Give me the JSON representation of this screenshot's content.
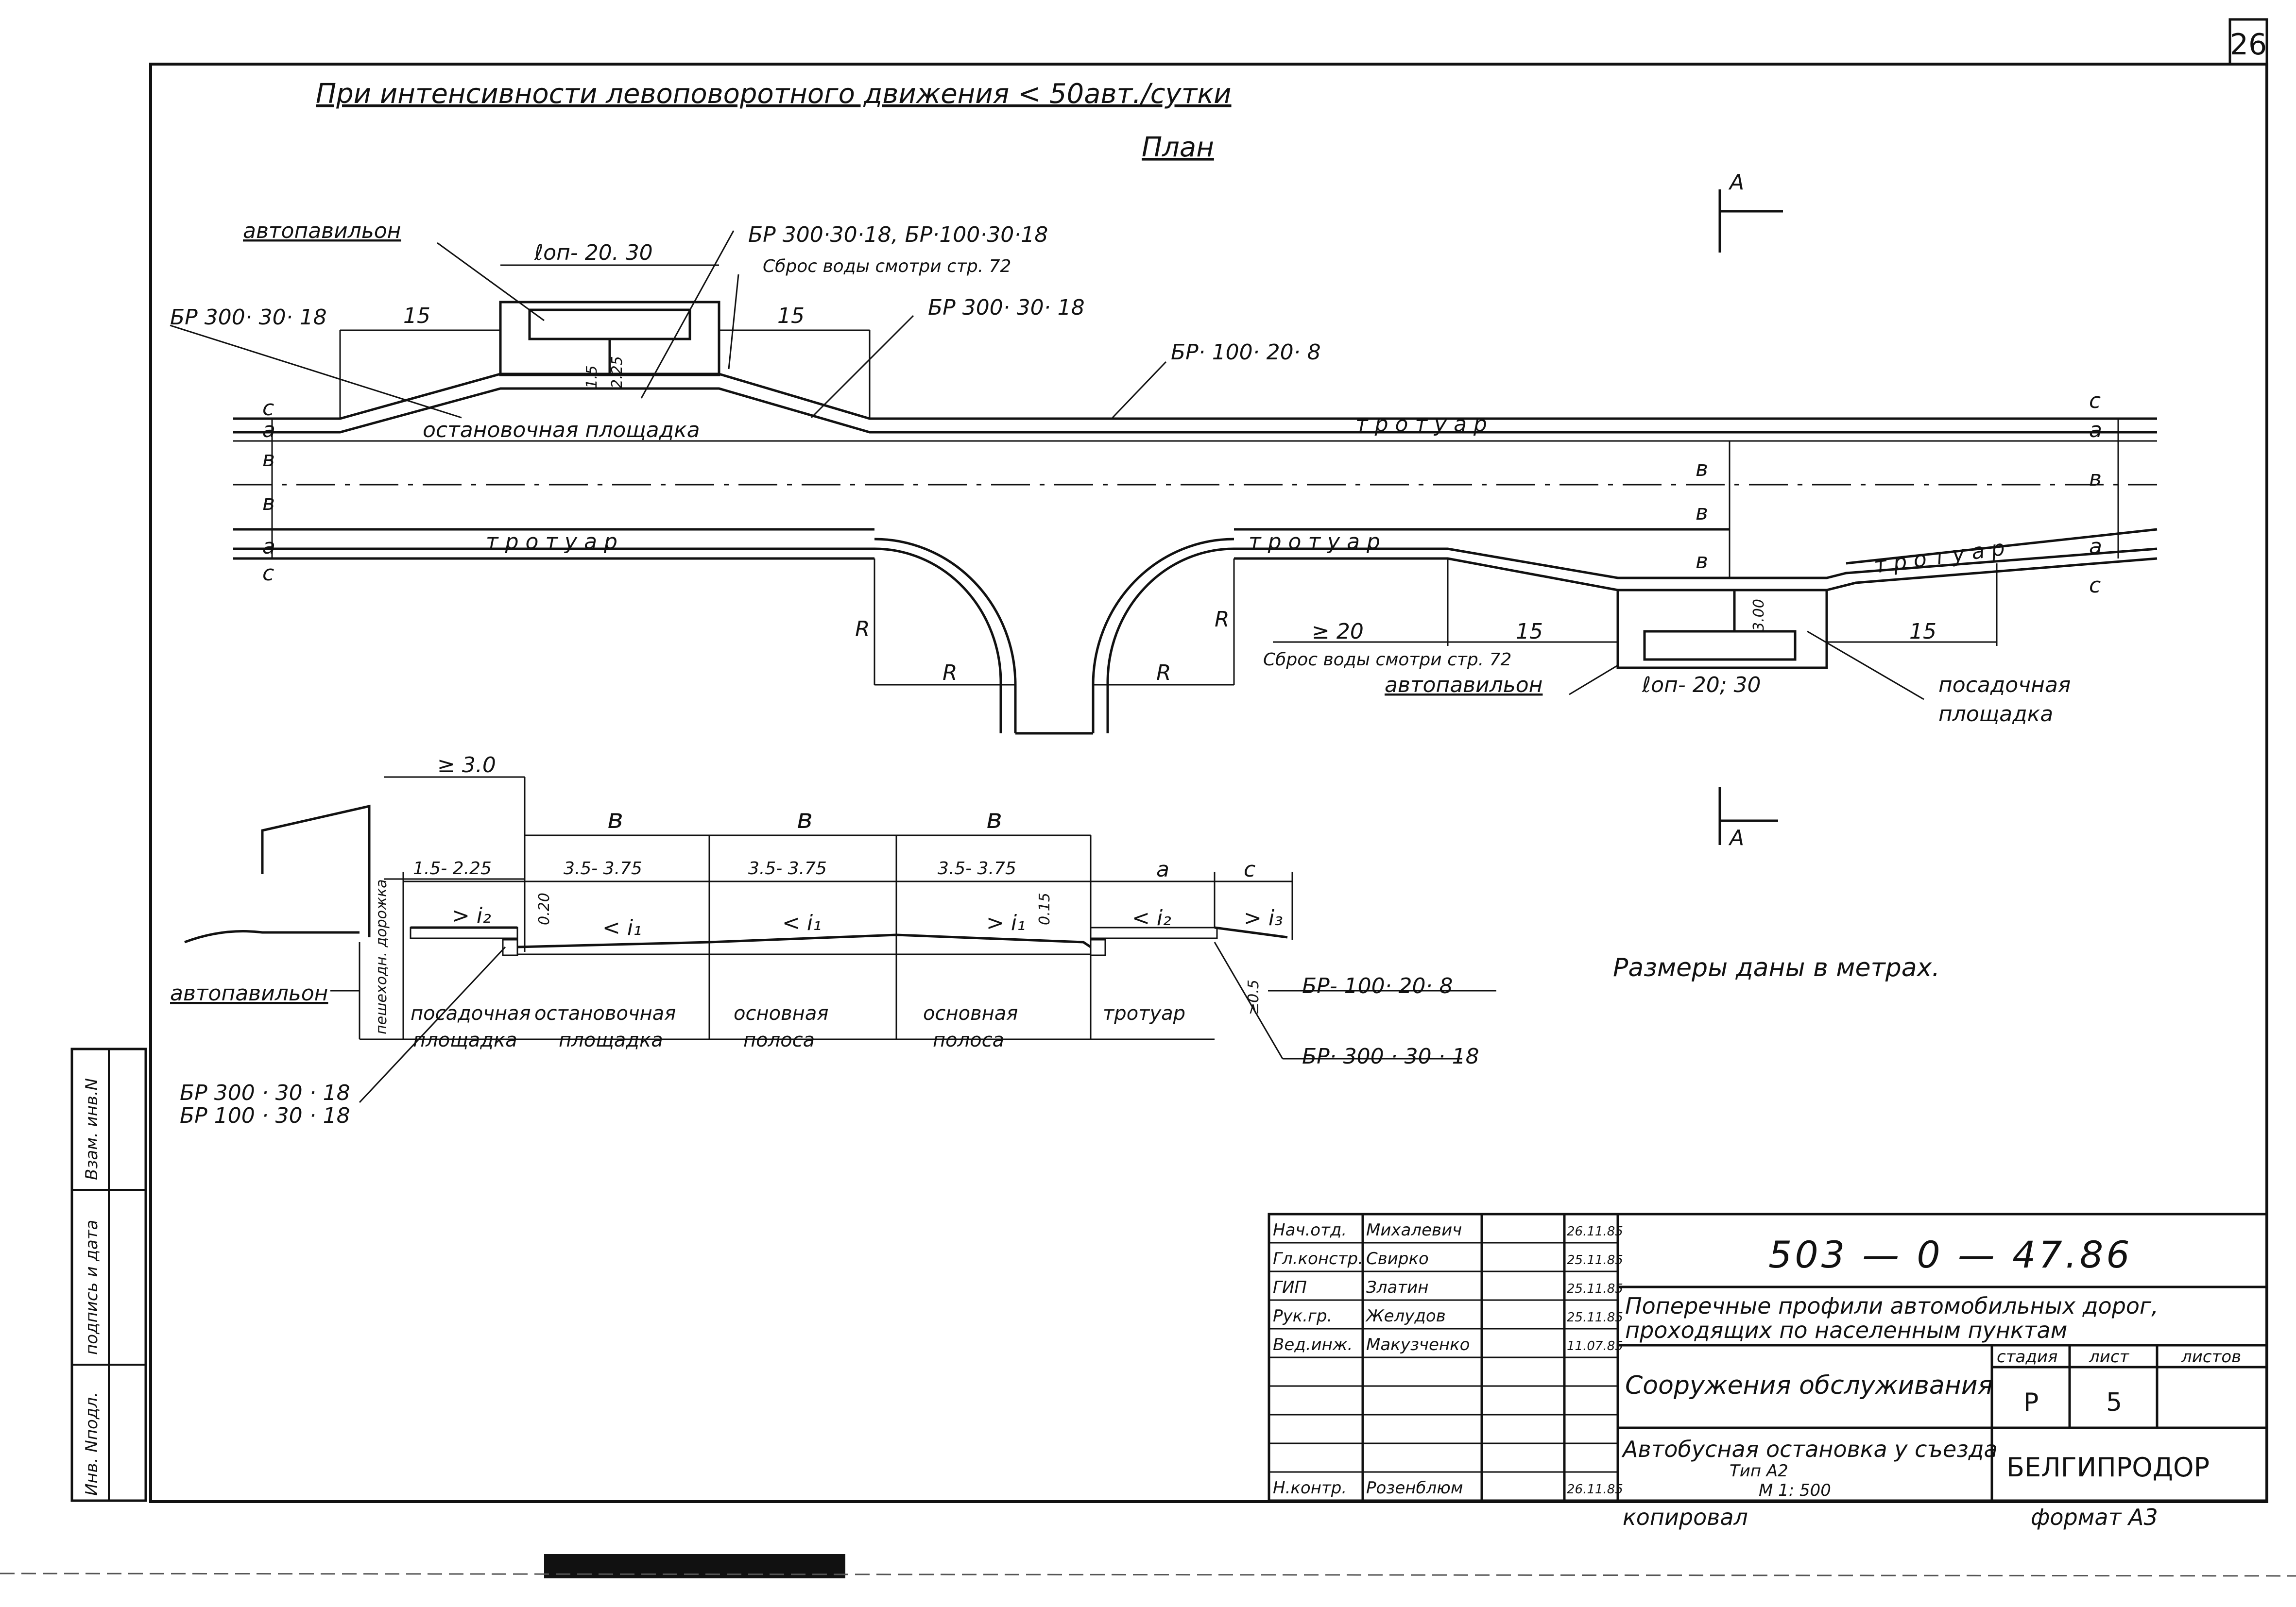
{
  "sheet_number": "26",
  "title": "При интенсивности левоповоротного движения < 50авт./сутки",
  "plan_heading": "План",
  "plan": {
    "pavilion_top": "автопавильон",
    "lop_top": "ℓоп- 20. 30",
    "br_300_30_18_left": "БР 300· 30· 18",
    "br_pair": "БР 300·30·18, БР·100·30·18",
    "drain_top": "Сброс воды смотри стр. 72",
    "br_300_30_18_right": "БР 300· 30· 18",
    "br_100_20_8": "БР· 100· 20· 8",
    "dim_15_left": "15",
    "dim_15_mid": "15",
    "dim_1_5": "1.5",
    "dim_2_25": "2.25",
    "stop_area": "остановочная площадка",
    "sidewalk_top": "т р о т у а р",
    "sidewalk_bottom_left": "т р о т у а р",
    "sidewalk_bottom_mid": "т р о т у а р",
    "sidewalk_bottom_right": "т р о т у а р",
    "edge_c": "c",
    "edge_a": "a",
    "edge_b": "в",
    "section_mark": "A",
    "radius": "R",
    "dim_ge_20": "≥ 20",
    "dim_15_bottom": "15",
    "dim_15_right": "15",
    "drain_bottom": "Сброс воды смотри стр. 72",
    "pavilion_bottom": "автопавильон",
    "lop_bottom": "ℓоп- 20; 30",
    "dim_3_00": "3.00",
    "boarding_1": "посадочная",
    "boarding_2": "площадка"
  },
  "section": {
    "dim_ge_3_0": "≥ 3.0",
    "b": "в",
    "a": "a",
    "c": "c",
    "w_boarding": "1.5- 2.25",
    "w_lane": "3.5- 3.75",
    "i1": "< i₁",
    "i1r": "> i₁",
    "i2": "> i₂",
    "i2l": "< i₂",
    "i3": "> i₃",
    "h020": "0.20",
    "h015": "0.15",
    "h05": "≥0.5",
    "ped_path": "пешеходн. дорожка",
    "labels": [
      [
        "посадочная",
        "площадка"
      ],
      [
        "остановочная",
        "площадка"
      ],
      [
        "основная",
        "полоса"
      ],
      [
        "основная",
        "полоса"
      ],
      [
        "тротуар",
        ""
      ]
    ],
    "pavilion": "автопавильон",
    "br_100_20_8": "БР- 100· 20· 8",
    "br_300_30_18": "БР· 300 · 30 · 18",
    "br_left_1": "БР 300 · 30 · 18",
    "br_left_2": "БР 100 · 30 · 18"
  },
  "note": "Размеры даны в метрах.",
  "margin_stamp": [
    "Инв. Nподл.",
    "подпись и дата",
    "Взам. инв.N"
  ],
  "title_block": {
    "roles": [
      "Нач.отд.",
      "Гл.констр.",
      "ГИП",
      "Рук.гр.",
      "Вед.инж.",
      "",
      "",
      "",
      "",
      "Н.контр."
    ],
    "names": [
      "Михалевич",
      "Свирко",
      "Златин",
      "Желудов",
      "Макузченко",
      "",
      "",
      "",
      "",
      "Розенблюм"
    ],
    "dates": [
      "26.11.85",
      "25.11.85",
      "25.11.85",
      "25.11.85",
      "11.07.85",
      "",
      "",
      "",
      "",
      "26.11.85"
    ],
    "code": "503 — 0 — 47.86",
    "subject_1": "Поперечные профили автомобильных дорог,",
    "subject_2": "проходящих по населенным   пунктам",
    "section_name": "Сооружения обслуживания",
    "stage_label": "стадия",
    "sheet_label": "лист",
    "sheets_label": "листов",
    "stage": "Р",
    "sheet": "5",
    "sheets": "",
    "drawing_1": "Автобусная остановка у съезда",
    "drawing_2": "Тип А2",
    "drawing_3": "М 1: 500",
    "org": "БЕЛГИПРОДОР",
    "copied": "копировал",
    "format": "формат   А3"
  }
}
